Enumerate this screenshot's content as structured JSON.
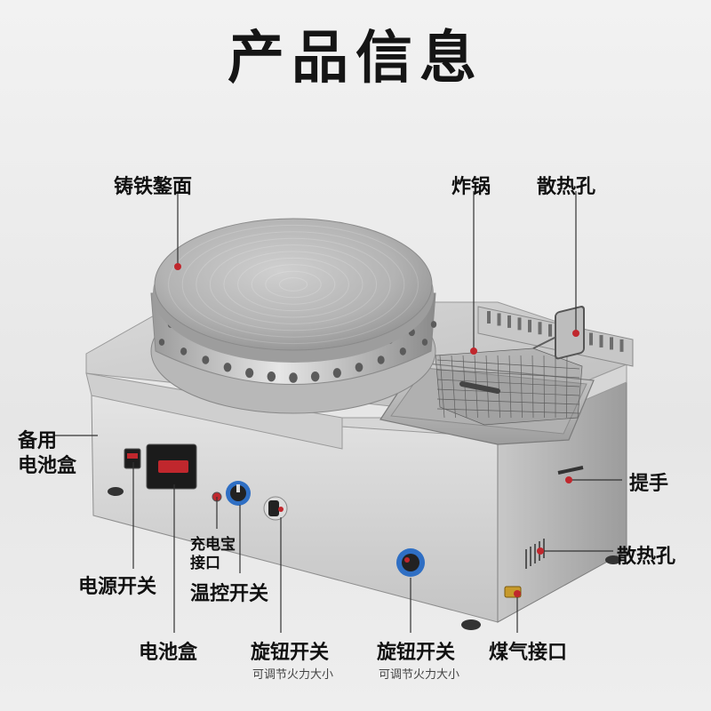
{
  "title": "产品信息",
  "labels": {
    "griddle": "铸铁鏊面",
    "fryer": "炸锅",
    "vent_top": "散热孔",
    "backup_battery_line1": "备用",
    "backup_battery_line2": "电池盒",
    "handle": "提手",
    "vent_side": "散热孔",
    "charger_line1": "充电宝",
    "charger_line2": "接口",
    "power_switch": "电源开关",
    "temp_switch": "温控开关",
    "battery_box": "电池盒",
    "knob_left": "旋钮开关",
    "knob_left_sub": "可调节火力大小",
    "knob_right": "旋钮开关",
    "knob_right_sub": "可调节火力大小",
    "gas_port": "煤气接口"
  },
  "colors": {
    "marker": "#c0272d",
    "steel_light": "#dcdcdc",
    "steel_mid": "#b9b9b9",
    "steel_dark": "#8f8f8f",
    "knob_blue": "#2f6fc4"
  }
}
